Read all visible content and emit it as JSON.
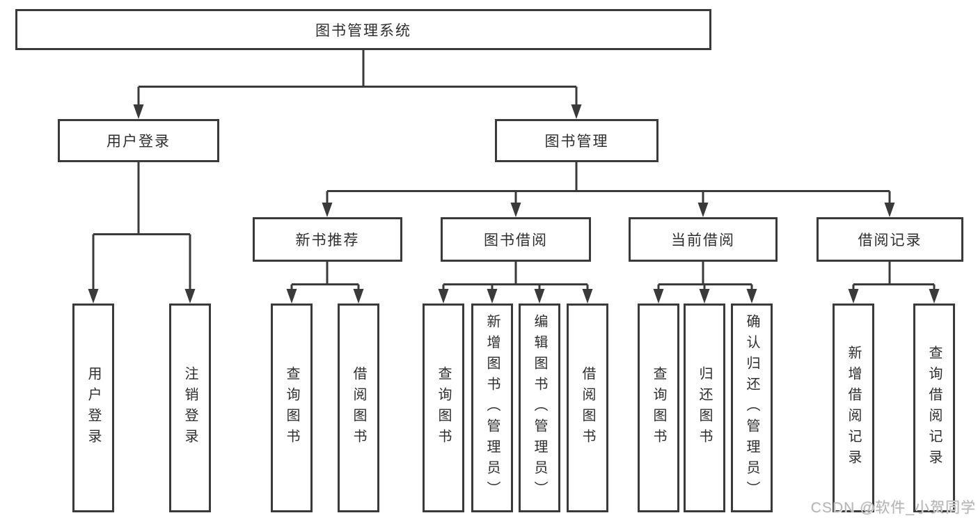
{
  "diagram": {
    "root": "图书管理系统",
    "level1": [
      {
        "label": "用户登录"
      },
      {
        "label": "图书管理"
      }
    ],
    "level2": [
      {
        "label": "新书推荐"
      },
      {
        "label": "图书借阅"
      },
      {
        "label": "当前借阅"
      },
      {
        "label": "借阅记录"
      }
    ],
    "leaves": {
      "user_login": [
        "用户登录",
        "注销登录"
      ],
      "new_book_recommend": [
        "查询图书",
        "借阅图书"
      ],
      "book_borrow": [
        "查询图书",
        "新增图书（管理员）",
        "编辑图书（管理员）",
        "借阅图书"
      ],
      "current_borrow": [
        "查询图书",
        "归还图书",
        "确认归还（管理员）"
      ],
      "borrow_records": [
        "新增借阅记录",
        "查询借阅记录"
      ]
    }
  },
  "watermark": {
    "text": "CSDN @软件_小贺同学"
  },
  "colors": {
    "line": "#3a3a3a",
    "node-text": "#2e2e2e",
    "watermark": "#b5b5b5",
    "canvas-bg": "#ffffff"
  }
}
